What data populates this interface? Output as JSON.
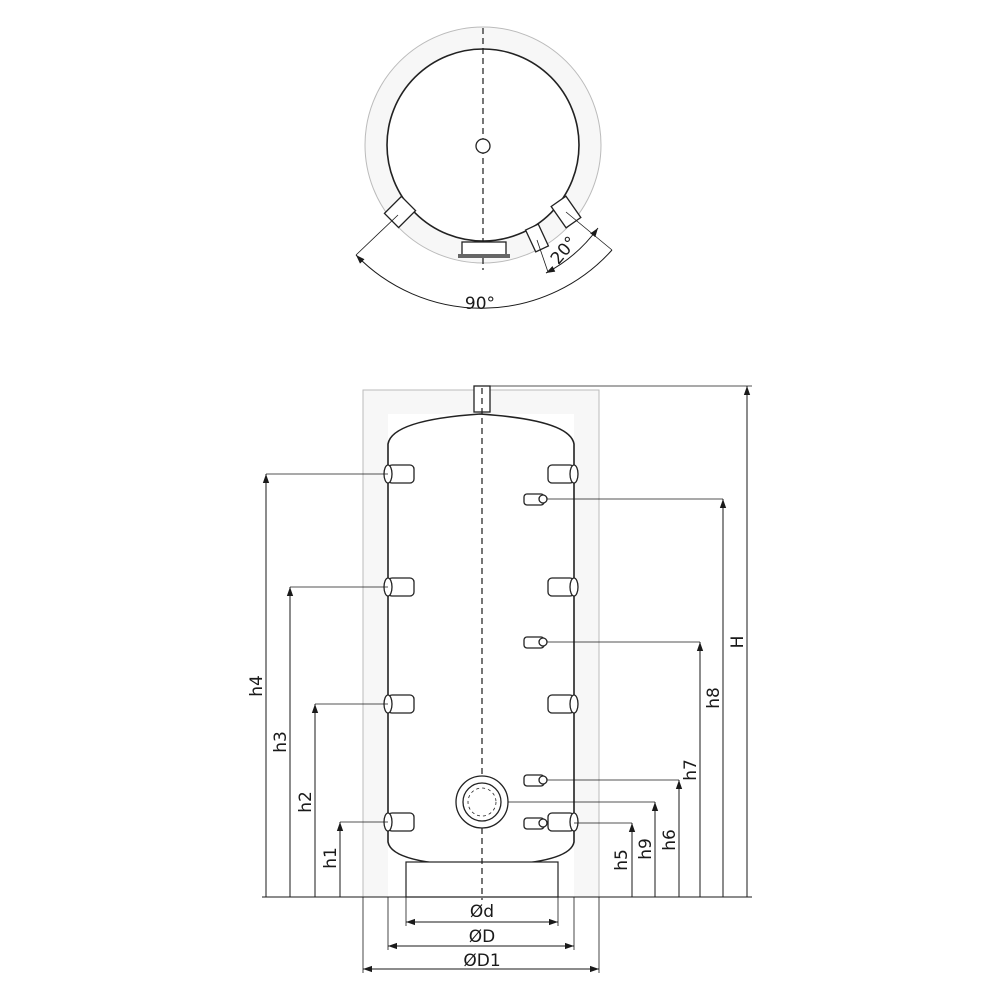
{
  "top_view": {
    "angle_large": "90°",
    "angle_small": "20°"
  },
  "side_view": {
    "left_heights": [
      "h4",
      "h3",
      "h2",
      "h1"
    ],
    "right_heights": [
      "h5",
      "h9",
      "h6",
      "h7",
      "h8",
      "H"
    ],
    "diameters": [
      "Ød",
      "ØD",
      "ØD1"
    ]
  }
}
